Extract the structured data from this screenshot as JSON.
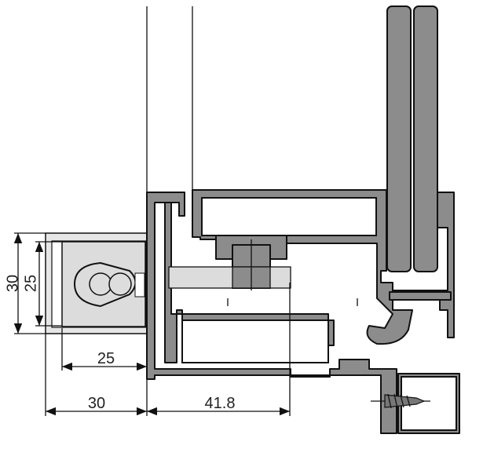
{
  "drawing": {
    "colors": {
      "profile": "#8c8c8c",
      "insert": "#dcdcdc",
      "line": "#111111"
    },
    "dimensions": {
      "box_outer_height": "30",
      "box_inner_height": "25",
      "box_inner_width": "25",
      "box_outer_width": "30",
      "frame_depth": "41.8"
    }
  }
}
